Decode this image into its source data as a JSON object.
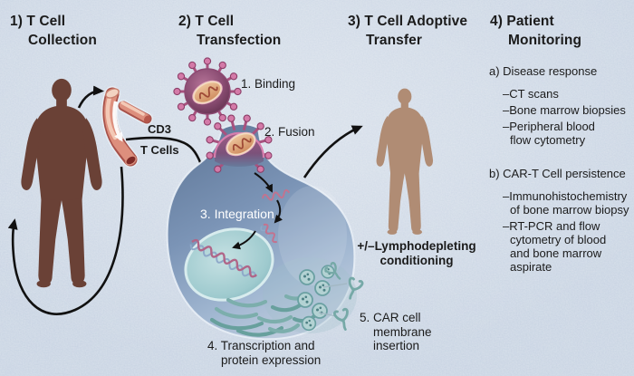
{
  "colors": {
    "background": "#c8d4e2",
    "text": "#1b1b1b",
    "donor_figure": "#6a4136",
    "patient_figure": "#b08c74",
    "virus_body": "#8c4e74",
    "virus_spike_pink": "#d47aa8",
    "capsid_tan": "#d89a6b",
    "cell_blue": "#7b94b6",
    "nucleus_teal": "#9ecace",
    "er_teal": "#7caeac",
    "vessel_salmon": "#dd8f7d",
    "arrow_black": "#111111",
    "integration_text": "#ffffff"
  },
  "headers": [
    {
      "line1": "1) T Cell",
      "line2": "Collection"
    },
    {
      "line1": "2) T Cell",
      "line2": "Transfection"
    },
    {
      "line1": "3) T Cell Adoptive",
      "line2": "Transfer"
    },
    {
      "line1": "4) Patient",
      "line2": "Monitoring"
    }
  ],
  "collection": {
    "cd3": "CD3",
    "t_cells": "T Cells"
  },
  "transfection": {
    "step1": "1. Binding",
    "step2": "2. Fusion",
    "step3": "3. Integration",
    "step4_line1": "4. Transcription and",
    "step4_line2": "protein expression",
    "step5_line1": "5. CAR cell",
    "step5_line2": "membrane",
    "step5_line3": "insertion"
  },
  "transfer": {
    "conditioning_line1": "+/–Lymphodepleting",
    "conditioning_line2": "conditioning"
  },
  "monitoring": {
    "heading_a": "a) Disease response",
    "a_items": [
      "–CT scans",
      "–Bone marrow biopsies",
      "–Peripheral blood"
    ],
    "a_cont": "flow cytometry",
    "heading_b": "b) CAR-T Cell persistence",
    "b_item1_line1": "–Immunohistochemistry",
    "b_item1_line2": "of bone marrow biopsy",
    "b_item2_line1": "–RT-PCR and flow",
    "b_item2_line2": "cytometry of blood",
    "b_item2_line3": "and bone marrow",
    "b_item2_line4": "aspirate"
  }
}
